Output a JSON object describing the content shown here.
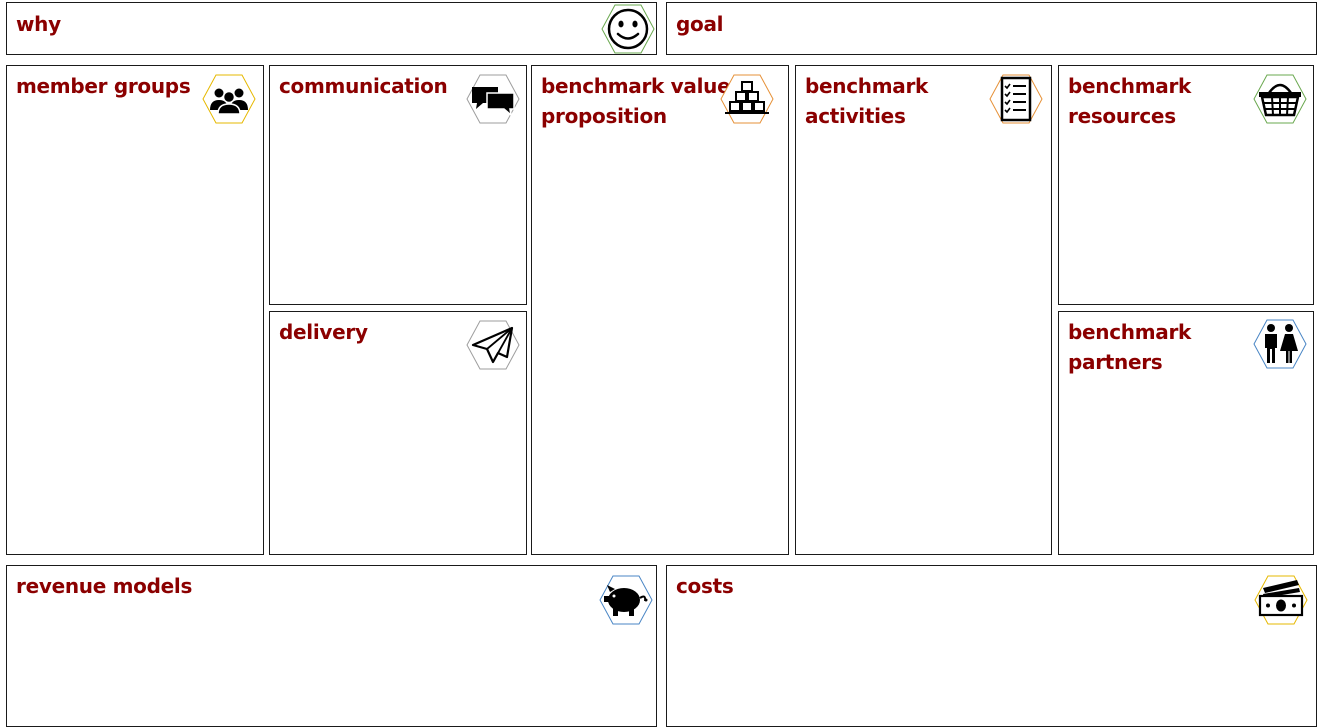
{
  "canvas": {
    "boxes": [
      {
        "key": "why",
        "label": "why",
        "icon": "smiley-face-icon",
        "hex_color": "#6aa84f"
      },
      {
        "key": "goal",
        "label": "goal"
      },
      {
        "key": "member_groups",
        "label": "member groups",
        "icon": "people-group-icon",
        "hex_color": "#e6b800"
      },
      {
        "key": "communication",
        "label": "communication",
        "icon": "speech-bubbles-icon",
        "hex_color": "#9e9e9e"
      },
      {
        "key": "delivery",
        "label": "delivery",
        "icon": "paper-plane-icon",
        "hex_color": "#9e9e9e"
      },
      {
        "key": "value_proposition",
        "label": "benchmark value\nproposition",
        "icon": "stacked-boxes-icon",
        "hex_color": "#e69138"
      },
      {
        "key": "activities",
        "label": " benchmark\nactivities",
        "icon": "checklist-icon",
        "hex_color": "#e69138"
      },
      {
        "key": "resources",
        "label": "benchmark\nresources",
        "icon": "basket-icon",
        "hex_color": "#6aa84f"
      },
      {
        "key": "partners",
        "label": "benchmark\npartners",
        "icon": "man-woman-icon",
        "hex_color": "#4a86c5"
      },
      {
        "key": "revenue_models",
        "label": "revenue models",
        "icon": "piggy-bank-icon",
        "hex_color": "#4a86c5"
      },
      {
        "key": "costs",
        "label": "costs",
        "icon": "cash-icon",
        "hex_color": "#e6b800"
      }
    ]
  }
}
